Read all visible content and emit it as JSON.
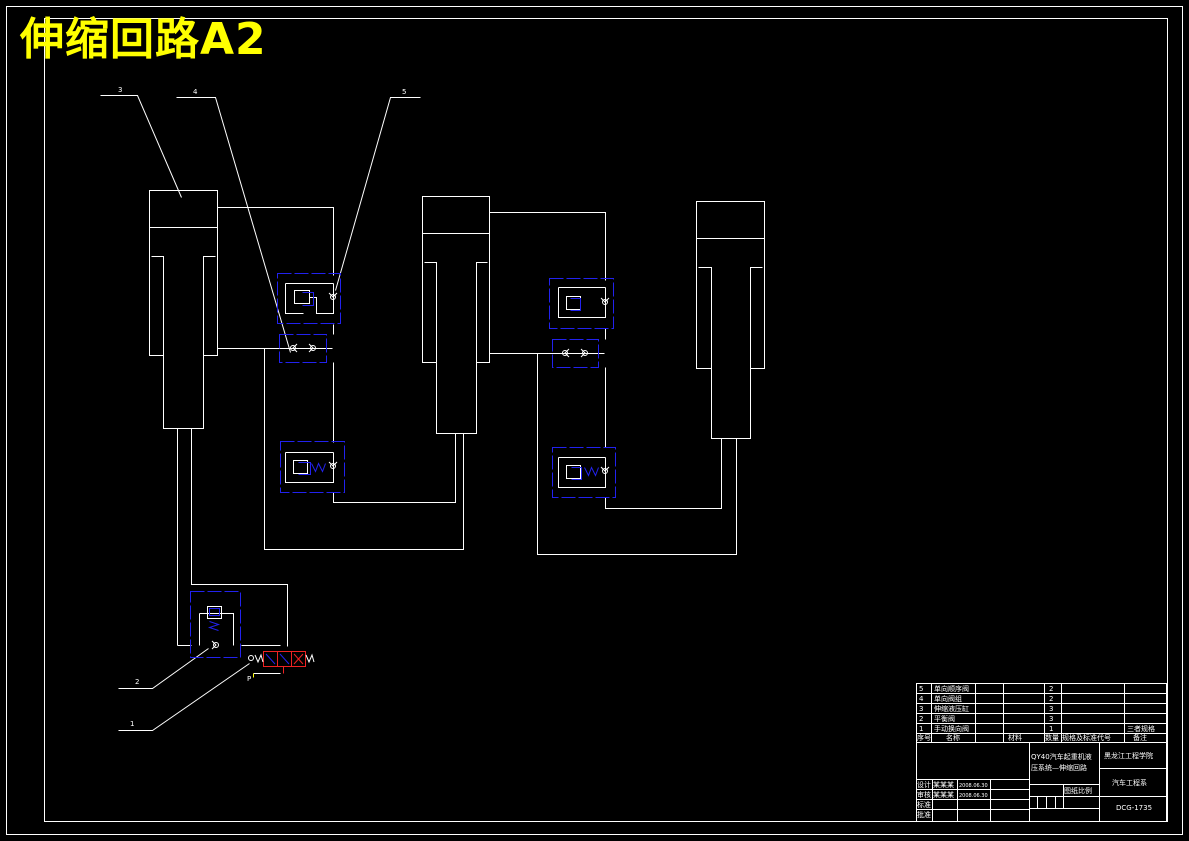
{
  "title": "伸缩回路A2",
  "labels": {
    "l1": "1",
    "l2": "2",
    "l3": "3",
    "l4": "4",
    "l5": "5",
    "port_p": "P"
  },
  "title_block": {
    "parts": [
      {
        "no": "5",
        "name": "单向顺序阀",
        "qty": "2"
      },
      {
        "no": "4",
        "name": "单向阀组",
        "qty": "2"
      },
      {
        "no": "3",
        "name": "伸缩液压缸",
        "qty": "3"
      },
      {
        "no": "2",
        "name": "平衡阀",
        "qty": "3"
      },
      {
        "no": "1",
        "name": "手动换向阀",
        "qty": "1"
      }
    ],
    "header": {
      "no": "序号",
      "name": "名称",
      "material": "材料",
      "qty": "数量",
      "spec": "规格及标准代号",
      "remark": "备注"
    },
    "remark_top": "三者规格",
    "drawing_name": "QY40汽车起重机液压系统—伸缩回路",
    "school": "黑龙江工程学院",
    "major": "汽车工程系",
    "class_code": "DCG-1735",
    "scale_label": "图纸比例",
    "roles": [
      {
        "role": "设计",
        "name": "某某某",
        "date": "2008.06.30"
      },
      {
        "role": "审核",
        "name": "某某某",
        "date": "2008.06.30"
      },
      {
        "role": "标准",
        "name": "",
        "date": ""
      },
      {
        "role": "批准",
        "name": "",
        "date": ""
      }
    ]
  }
}
